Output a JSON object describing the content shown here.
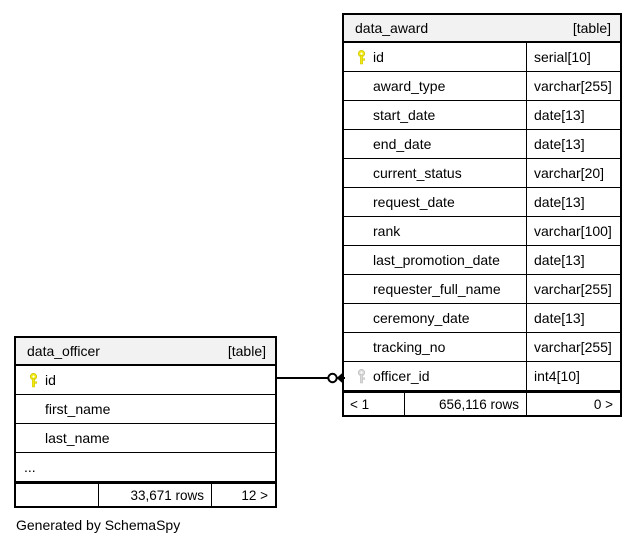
{
  "diagram": {
    "type": "entity-relationship-diagram",
    "generator_caption": "Generated by SchemaSpy",
    "tables": [
      {
        "id": "data_award",
        "name": "data_award",
        "kind": "[table]",
        "columns": [
          {
            "key": "primary",
            "name": "id",
            "type": "serial[10]"
          },
          {
            "key": "none",
            "name": "award_type",
            "type": "varchar[255]"
          },
          {
            "key": "none",
            "name": "start_date",
            "type": "date[13]"
          },
          {
            "key": "none",
            "name": "end_date",
            "type": "date[13]"
          },
          {
            "key": "none",
            "name": "current_status",
            "type": "varchar[20]"
          },
          {
            "key": "none",
            "name": "request_date",
            "type": "date[13]"
          },
          {
            "key": "none",
            "name": "rank",
            "type": "varchar[100]"
          },
          {
            "key": "none",
            "name": "last_promotion_date",
            "type": "date[13]"
          },
          {
            "key": "none",
            "name": "requester_full_name",
            "type": "varchar[255]"
          },
          {
            "key": "none",
            "name": "ceremony_date",
            "type": "date[13]"
          },
          {
            "key": "none",
            "name": "tracking_no",
            "type": "varchar[255]"
          },
          {
            "key": "foreign",
            "name": "officer_id",
            "type": "int4[10]"
          }
        ],
        "footer": {
          "left": "< 1",
          "middle": "656,116 rows",
          "right": "0 >"
        }
      },
      {
        "id": "data_officer",
        "name": "data_officer",
        "kind": "[table]",
        "columns": [
          {
            "key": "primary",
            "name": "id",
            "type": ""
          },
          {
            "key": "none",
            "name": "first_name",
            "type": ""
          },
          {
            "key": "none",
            "name": "last_name",
            "type": ""
          },
          {
            "key": "none",
            "name": "...",
            "type": ""
          }
        ],
        "footer": {
          "left": "",
          "middle": "33,671 rows",
          "right": "12 >"
        }
      }
    ],
    "relationship": {
      "from_table": "data_officer",
      "from_column": "id",
      "to_table": "data_award",
      "to_column": "officer_id",
      "from_cardinality": "zero-or-one-circle",
      "to_cardinality": "crows-foot-many"
    }
  },
  "colors": {
    "primary_key_icon": "#F2EA12",
    "foreign_key_icon": "#D9D9D9",
    "header_background": "#F2F2F2",
    "border": "#000000",
    "page_background": "#FFFFFF",
    "text": "#000000"
  },
  "icons": {
    "primary_key": "key-icon-primary",
    "foreign_key": "key-icon-foreign"
  }
}
